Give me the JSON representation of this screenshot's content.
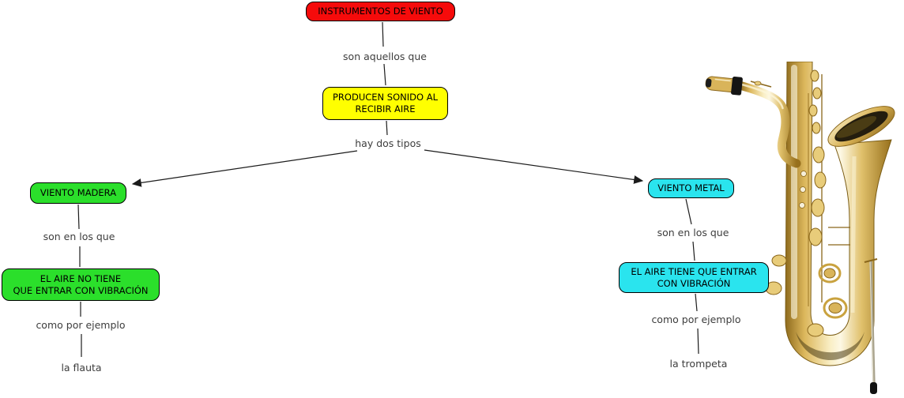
{
  "title": "Concept map: instrumentos de viento",
  "colors": {
    "root_node": "#f60b0b",
    "definition_node": "#ffff00",
    "wood_nodes": "#2bdf2b",
    "brass_nodes": "#2ae4ee",
    "connector_line": "#1c1c1c",
    "link_label_text": "#3d3d3d",
    "node_text": "#000000"
  },
  "nodes": {
    "root": {
      "label": "INSTRUMENTOS DE VIENTO"
    },
    "sound": {
      "label": "PRODUCEN SONIDO AL\nRECIBIR AIRE"
    },
    "wood": {
      "label": "VIENTO MADERA"
    },
    "wood_def": {
      "label": "EL AIRE NO TIENE\nQUE ENTRAR CON VIBRACIÓN"
    },
    "brass": {
      "label": "VIENTO METAL"
    },
    "brass_def": {
      "label": "EL AIRE TIENE QUE ENTRAR\nCON VIBRACIÓN"
    },
    "wood_example": {
      "label": "la flauta"
    },
    "brass_example": {
      "label": "la trompeta"
    }
  },
  "link_labels": {
    "root_to_sound": "son aquellos que",
    "sound_to_types": "hay dos tipos",
    "wood_to_def": "son en los que",
    "brass_to_def": "son en los que",
    "wood_def_to_example": "como por ejemplo",
    "brass_def_to_example": "como por ejemplo"
  },
  "image": {
    "name": "baritone-saxophone-photo"
  }
}
